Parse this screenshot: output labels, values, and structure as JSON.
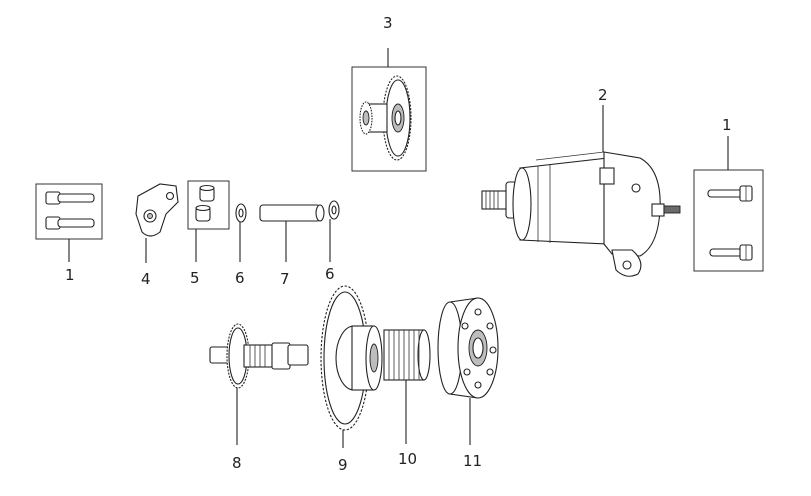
{
  "callouts": [
    {
      "id": "a",
      "label": "1"
    },
    {
      "id": "b",
      "label": "1"
    },
    {
      "id": "c",
      "label": "2"
    },
    {
      "id": "d",
      "label": "3"
    },
    {
      "id": "e",
      "label": "4"
    },
    {
      "id": "f",
      "label": "5"
    },
    {
      "id": "g",
      "label": "6"
    },
    {
      "id": "h",
      "label": "6"
    },
    {
      "id": "i",
      "label": "7"
    },
    {
      "id": "j",
      "label": "8"
    },
    {
      "id": "k",
      "label": "9"
    },
    {
      "id": "l",
      "label": "10"
    },
    {
      "id": "m",
      "label": "11"
    }
  ]
}
